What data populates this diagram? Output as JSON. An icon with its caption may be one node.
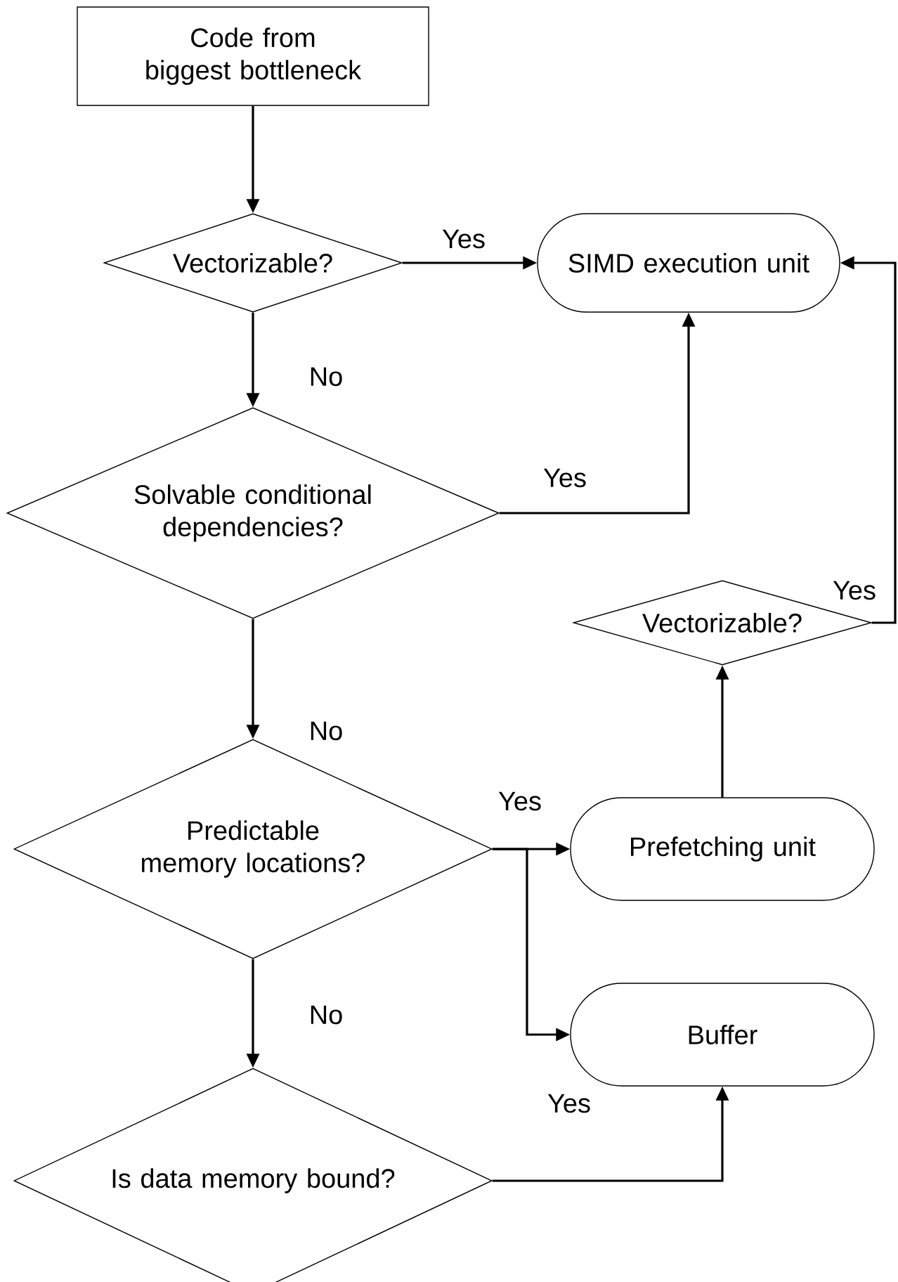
{
  "diagram": {
    "nodes": [
      {
        "text": [
          "Code from biggest bottleneck"
        ]
      },
      {
        "text": [
          "Vectorizable?"
        ]
      },
      {
        "text": [
          "SIMD execution unit"
        ]
      },
      {
        "text": [
          "Solvable conditional dependencies?"
        ]
      },
      {
        "text": [
          "Vectorizable?"
        ]
      },
      {
        "text": [
          "Predictable memory locations?"
        ]
      },
      {
        "text": [
          "Prefetching unit"
        ]
      },
      {
        "text": [
          "Buffer"
        ]
      },
      {
        "text": [
          "Is data memory bound?"
        ]
      }
    ],
    "edges": [
      {
        "from": 0,
        "to": 1,
        "arrow": "to"
      },
      {
        "from": 1,
        "to": 2,
        "arrow": "to",
        "label": "Yes"
      },
      {
        "from": 1,
        "to": 3,
        "arrow": "to",
        "label": "No"
      },
      {
        "from": 3,
        "to": 2,
        "arrow": "to",
        "label": "Yes"
      },
      {
        "from": 3,
        "to": 5,
        "arrow": "to",
        "label": "No"
      },
      {
        "from": 5,
        "to": 6,
        "arrow": "to",
        "label": "Yes"
      },
      {
        "from": 5,
        "to": 7,
        "arrow": "to"
      },
      {
        "from": 6,
        "to": 4,
        "arrow": "to"
      },
      {
        "from": 4,
        "to": 2,
        "arrow": "to",
        "label": "Yes"
      },
      {
        "from": 5,
        "to": 8,
        "arrow": "to",
        "label": "No"
      },
      {
        "from": 8,
        "to": 7,
        "arrow": "to",
        "label": "Yes"
      }
    ]
  }
}
